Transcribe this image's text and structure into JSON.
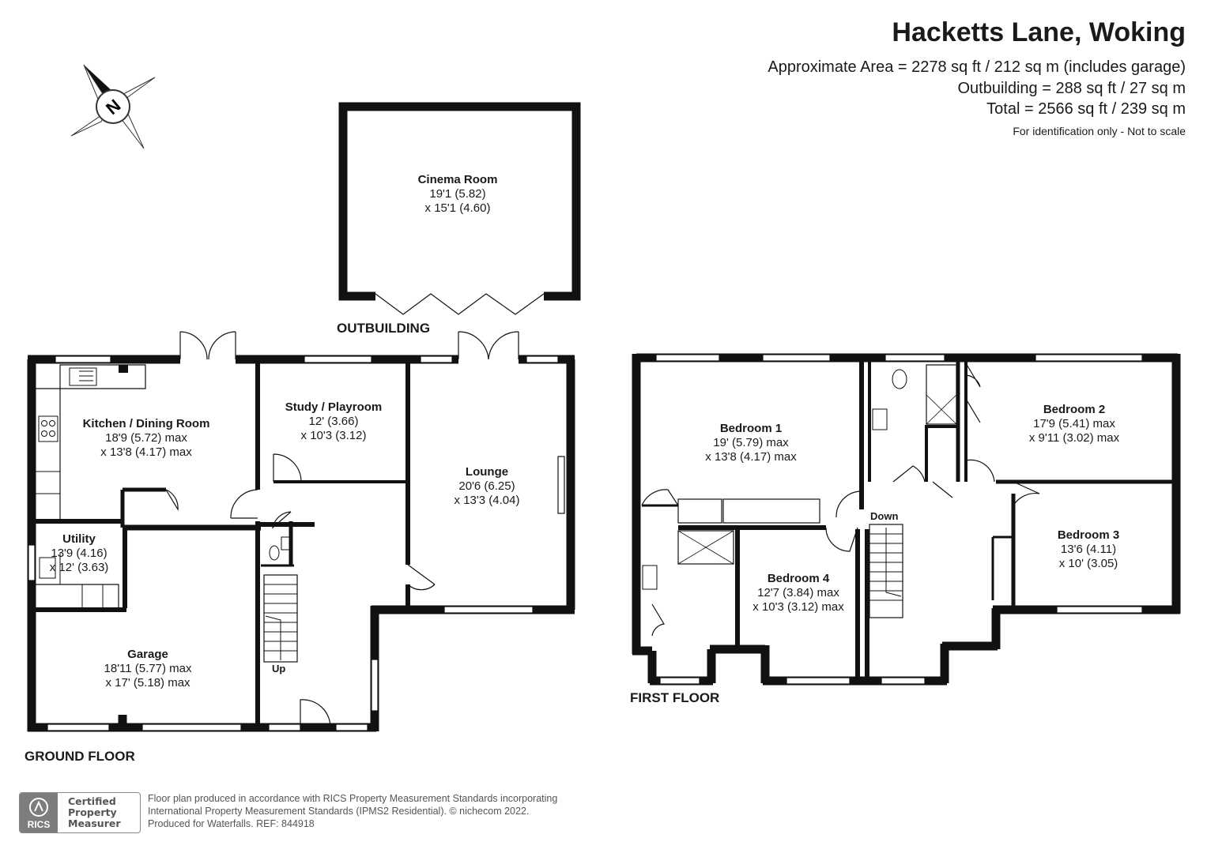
{
  "header": {
    "title": "Hacketts Lane, Woking",
    "area_lines": [
      "Approximate Area = 2278 sq ft / 212 sq m (includes garage)",
      "Outbuilding = 288 sq ft / 27 sq m",
      "Total = 2566 sq ft / 239 sq m"
    ],
    "note": "For identification only - Not to scale"
  },
  "compass": {
    "letter": "N"
  },
  "floors": {
    "outbuilding": "OUTBUILDING",
    "ground": "GROUND FLOOR",
    "first": "FIRST FLOOR"
  },
  "rooms": {
    "cinema": {
      "name": "Cinema Room",
      "dim1": "19'1 (5.82)",
      "dim2": "x 15'1 (4.60)"
    },
    "kitchen": {
      "name": "Kitchen / Dining Room",
      "dim1": "18'9 (5.72) max",
      "dim2": "x 13'8 (4.17) max"
    },
    "study": {
      "name": "Study / Playroom",
      "dim1": "12' (3.66)",
      "dim2": "x 10'3 (3.12)"
    },
    "lounge": {
      "name": "Lounge",
      "dim1": "20'6 (6.25)",
      "dim2": "x 13'3 (4.04)"
    },
    "utility": {
      "name": "Utility",
      "dim1": "13'9 (4.16)",
      "dim2": "x 12' (3.63)"
    },
    "garage": {
      "name": "Garage",
      "dim1": "18'11 (5.77) max",
      "dim2": "x 17' (5.18) max"
    },
    "bedroom1": {
      "name": "Bedroom 1",
      "dim1": "19' (5.79) max",
      "dim2": "x 13'8 (4.17) max"
    },
    "bedroom2": {
      "name": "Bedroom 2",
      "dim1": "17'9 (5.41) max",
      "dim2": "x 9'11 (3.02) max"
    },
    "bedroom3": {
      "name": "Bedroom 3",
      "dim1": "13'6 (4.11)",
      "dim2": "x 10' (3.05)"
    },
    "bedroom4": {
      "name": "Bedroom 4",
      "dim1": "12'7 (3.84) max",
      "dim2": "x 10'3 (3.12) max"
    }
  },
  "stairs": {
    "up": "Up",
    "down": "Down"
  },
  "footer": {
    "badge": "RICS",
    "certified": [
      "Certified",
      "Property",
      "Measurer"
    ],
    "lines": [
      "Floor plan produced in accordance with RICS Property Measurement Standards incorporating",
      "International Property Measurement Standards (IPMS2 Residential).   © nichecom 2022.",
      "Produced for Waterfalls.   REF: 844918"
    ]
  }
}
